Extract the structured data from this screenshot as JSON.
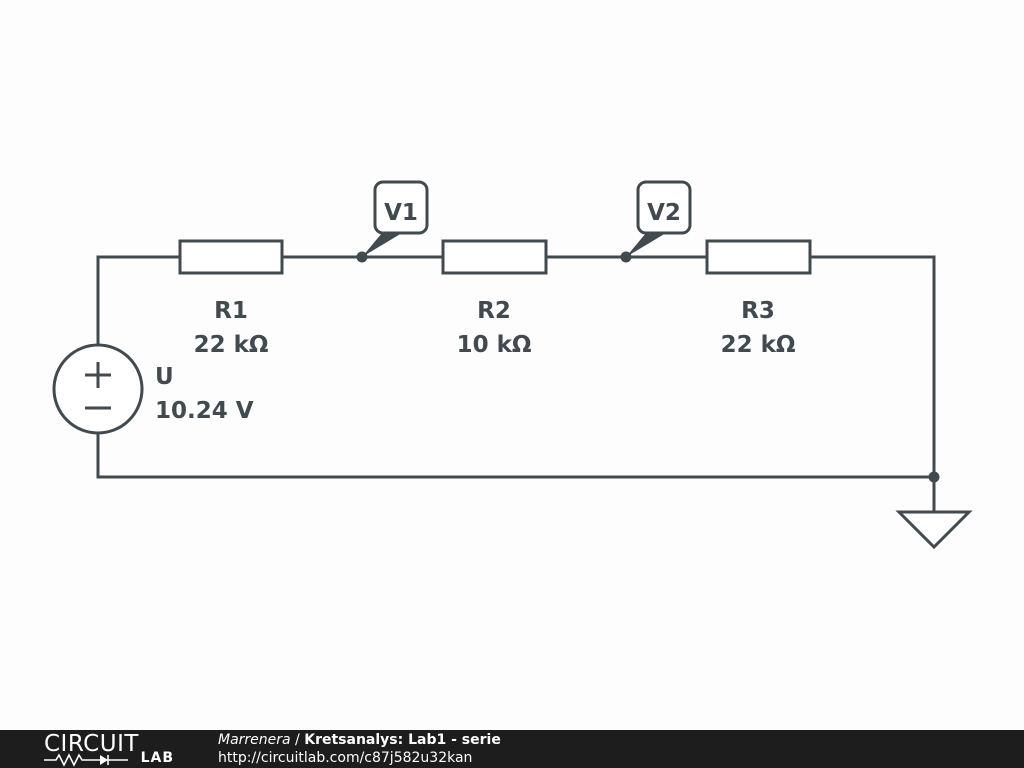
{
  "circuit": {
    "source": {
      "name": "U",
      "value": "10.24 V"
    },
    "resistors": [
      {
        "name": "R1",
        "value": "22 kΩ"
      },
      {
        "name": "R2",
        "value": "10 kΩ"
      },
      {
        "name": "R3",
        "value": "22 kΩ"
      }
    ],
    "probes": [
      {
        "label": "V1"
      },
      {
        "label": "V2"
      }
    ]
  },
  "footer": {
    "logo_top": "CIRCUIT",
    "logo_bottom": "LAB",
    "author": "Marrenera",
    "separator": " / ",
    "title": "Kretsanalys: Lab1 - serie",
    "url": "http://circuitlab.com/c87j582u32kan"
  }
}
